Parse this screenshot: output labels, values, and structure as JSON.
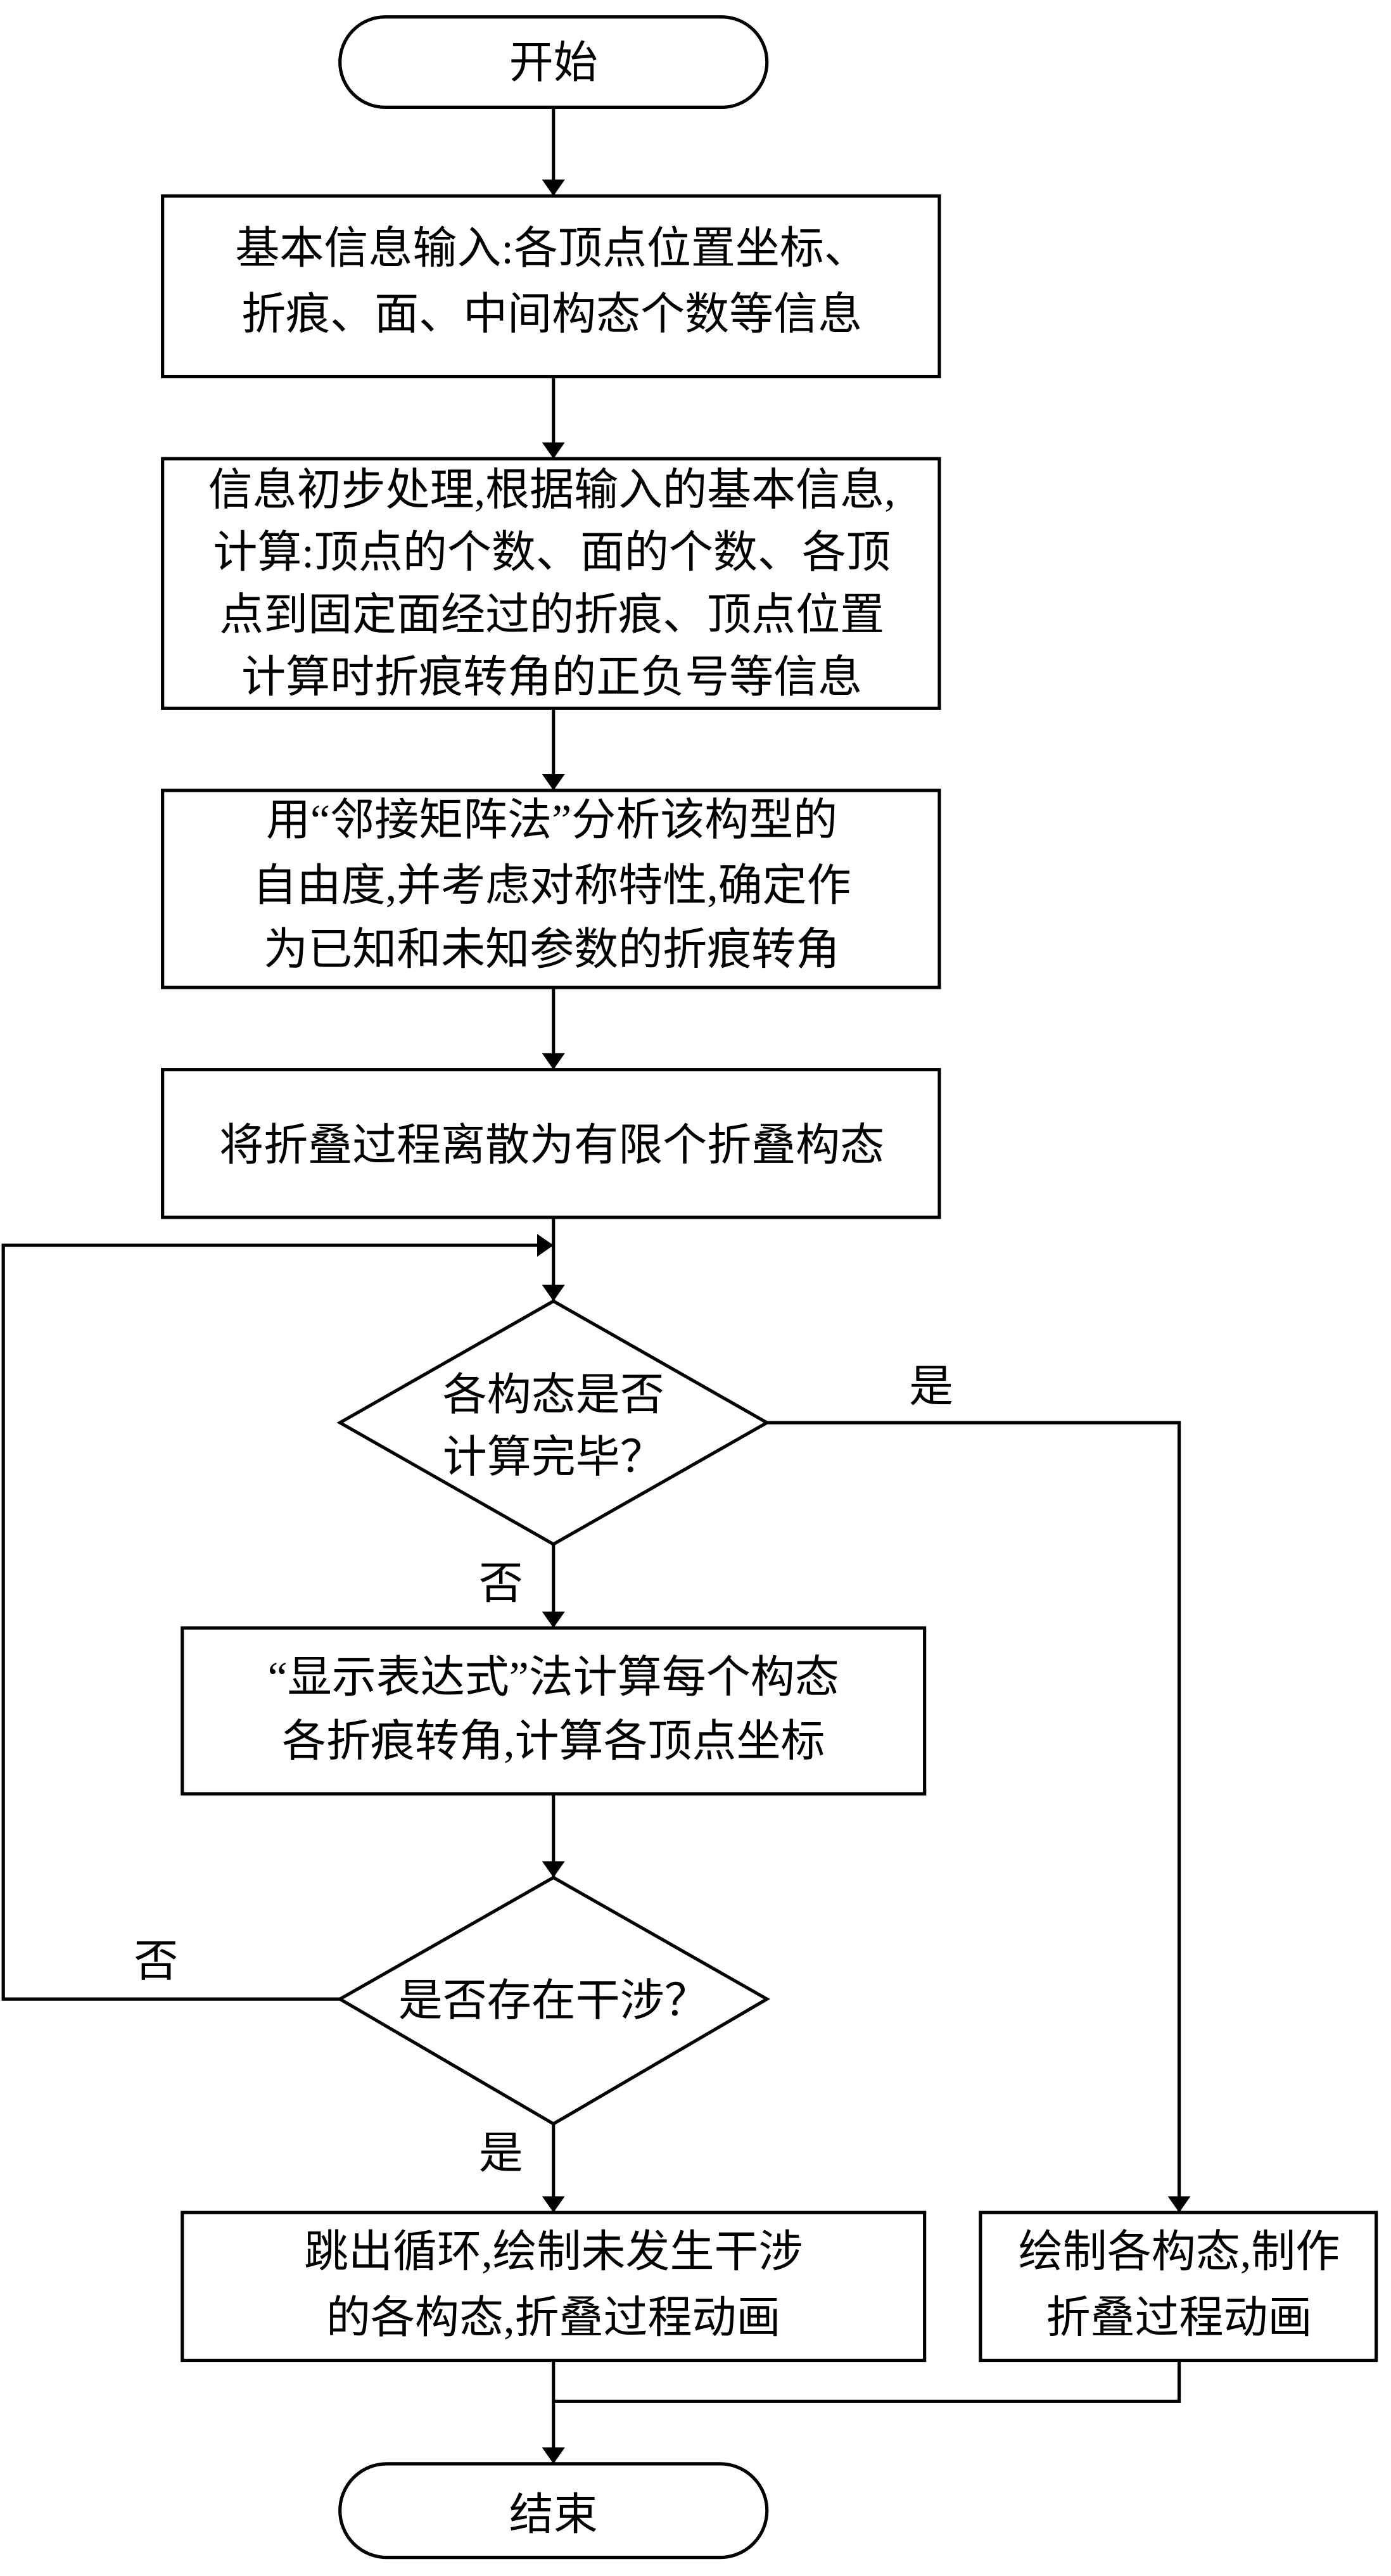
{
  "flowchart": {
    "start": "开始",
    "end": "结束",
    "step_input": [
      "基本信息输入:各顶点位置坐标、",
      "折痕、面、中间构态个数等信息"
    ],
    "step_preprocess": [
      "信息初步处理,根据输入的基本信息,",
      "计算:顶点的个数、面的个数、各顶",
      "点到固定面经过的折痕、顶点位置",
      "计算时折痕转角的正负号等信息"
    ],
    "step_dof": [
      "用“邻接矩阵法”分析该构型的",
      "自由度,并考虑对称特性,确定作",
      "为已知和未知参数的折痕转角"
    ],
    "step_discretize": [
      "将折叠过程离散为有限个折叠构态"
    ],
    "decision_all_done": [
      "各构态是否",
      "计算完毕？"
    ],
    "step_compute": [
      "“显示表达式”法计算每个构态",
      "各折痕转角,计算各顶点坐标"
    ],
    "decision_interference": [
      "是否存在干涉？"
    ],
    "step_break": [
      "跳出循环,绘制未发生干涉",
      "的各构态,折叠过程动画"
    ],
    "step_draw_all": [
      "绘制各构态,制作",
      "折叠过程动画"
    ],
    "labels": {
      "done_yes": "是",
      "done_no": "否",
      "interference_no": "否",
      "interference_yes": "是"
    }
  }
}
